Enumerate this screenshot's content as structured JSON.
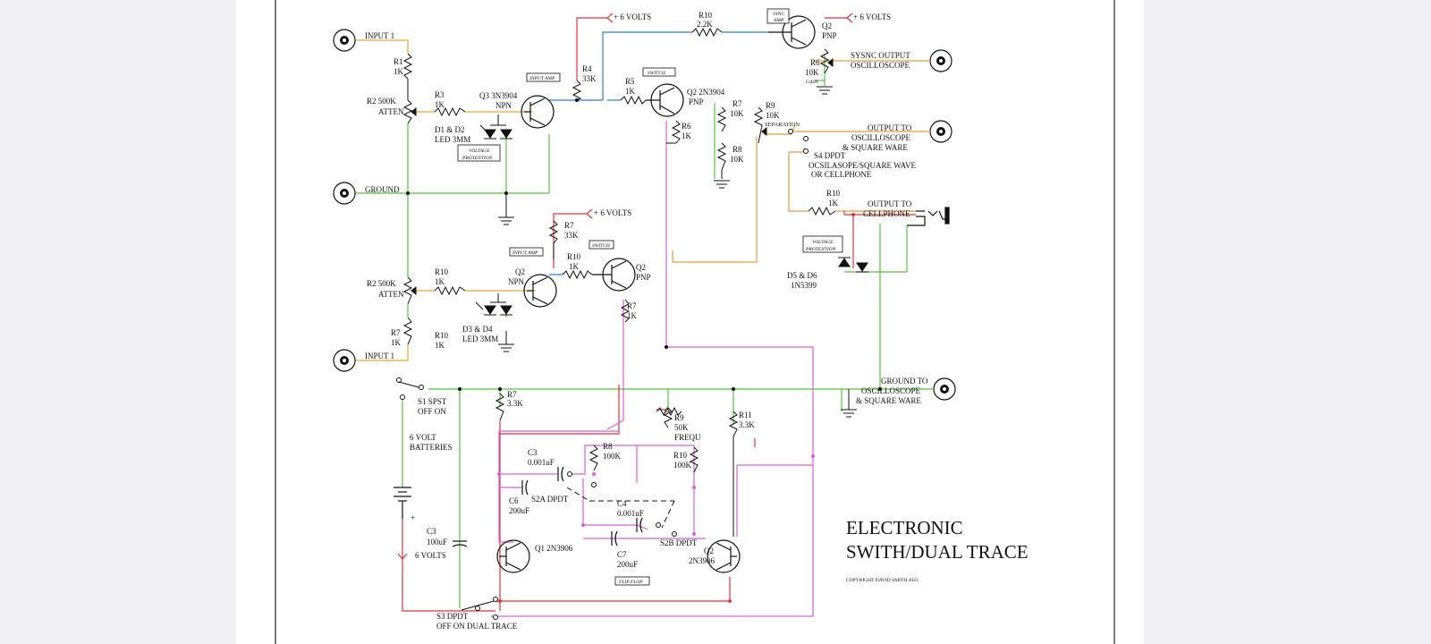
{
  "colors": {
    "viewer_bg": "#f1f1f3",
    "page_bg": "#ffffff",
    "wire_ground": "#55c43c",
    "wire_signal": "#e8a93a",
    "wire_power": "#d9363e",
    "wire_switch": "#2a7fd0",
    "wire_flipflop": "#d860d8",
    "wire_output": "#e89a3a"
  },
  "title": {
    "line1": "ELECTRONIC",
    "line2": "SWITH/DUAL TRACE"
  },
  "copyright": "COPYRIGHT DAVID SMITH 2023",
  "jacks": {
    "input1_top": "INPUT 1",
    "ground": "GROUND",
    "input1_bottom": "INPUT 1",
    "sync_out_1": "SYSNC OUTPUT",
    "sync_out_2": "OSCILLOSCOPE",
    "out_osc_1": "OUTPUT TO",
    "out_osc_2": "OSCILLOSCOPE",
    "out_osc_3": "& SQUARE WARE",
    "out_cell_1": "OUTPUT TO",
    "out_cell_2": "CELLPHONE",
    "gnd_osc_1": "GROUND TO",
    "gnd_osc_2": "OSCILLOSCOPE",
    "gnd_osc_3": "& SQUARE WARE"
  },
  "power": {
    "p1": "+ 6 VOLTS",
    "p2": "+ 6 VOLTS",
    "p3": "+ 6 VOLTS",
    "battery_1": "6 VOLT",
    "battery_2": "BATTERIES",
    "battery_plus": "+",
    "supply": "6 VOLTS"
  },
  "boxes": {
    "input_amp_top": "INPUT AMP",
    "switch_top": "SWITCH",
    "sync_amp_1": "SYNC",
    "sync_amp_2": "AMP",
    "voltage_prot_1": "VOLTAGE",
    "voltage_prot_2": "PROTENTION",
    "input_amp_bot": "INPUT AMP",
    "switch_bot": "SWITCH",
    "voltage_prot_r1": "VOLTAGE",
    "voltage_prot_r2": "PROTENTION",
    "flip_flop": "FLIP FLOP"
  },
  "components": {
    "r1_a": "R1",
    "r1_b": "1K",
    "r2t_a": "R2 500K",
    "r2t_b": "ATTEN",
    "r3_a": "R3",
    "r3_b": "1K",
    "d1d2_a": "D1 & D2",
    "d1d2_b": "LED 3MM",
    "q3_a": "Q3 3N3904",
    "q3_b": "NPN",
    "r4_a": "R4",
    "r4_b": "33K",
    "r5_a": "R5",
    "r5_b": "1K",
    "q2t_a": "Q2 2N3904",
    "q2t_b": "PNP",
    "r6m_a": "R6",
    "r6m_b": "1K",
    "r10t_a": "R10",
    "r10t_b": "2.2K",
    "q2s_a": "Q2",
    "q2s_b": "PNP",
    "r6s_a": "R6",
    "r6s_b": "10K",
    "gain": "GAIN",
    "r7t_a": "R7",
    "r7t_b": "10K",
    "r9t_a": "R9",
    "r9t_b": "10K",
    "separation": "SEPARATION",
    "r8t_a": "R8",
    "r8t_b": "10K",
    "s4_a": "S4  DPDT",
    "s4_b": "OCSILASOPE/SQUARE WAVE",
    "s4_c": "OR  CELLPHONE",
    "r10c_a": "R10",
    "r10c_b": "1K",
    "d5d6_a": "D5 & D6",
    "d5d6_b": "1N5399",
    "r7m_a": "R7",
    "r7m_b": "33K",
    "r10q_a": "R10",
    "r10q_b": "1K",
    "q2m_a": "Q2",
    "q2m_b": "NPN",
    "q2p_a": "Q2",
    "q2p_b": "PNP",
    "r2b_a": "R2 500K",
    "r2b_b": "ATTEN",
    "r10b_a": "R10",
    "r10b_b": "1K",
    "r7b_a": "R7",
    "r7b_b": "1K",
    "r10x_a": "R10",
    "r10x_b": "1K",
    "d3d4_a": "D3 & D4",
    "d3d4_b": "LED 3MM",
    "r7c_a": "R7",
    "r7c_b": "1K",
    "s1_a": "S1  SPST",
    "s1_b": "OFF ON",
    "r7f_a": "R7",
    "r7f_b": "3.3K",
    "r9f_a": "R9",
    "r9f_b": "50K",
    "r9f_c": "FREQU",
    "r11_a": "R11",
    "r11_b": "3.3K",
    "r8f_a": "R8",
    "r8f_b": "100K",
    "r10f_a": "R10",
    "r10f_b": "100K",
    "c3_a": "C3",
    "c3_b": "0.001uF",
    "s2a": "S2A DPDT",
    "c6_a": "C6",
    "c6_b": "200uF",
    "c4_a": "C4",
    "c4_b": "0.001uF",
    "s2b": "S2B DPDT",
    "c7_a": "C7",
    "c7_b": "200uF",
    "q1_a": "Q1 2N3906",
    "q2f_a": "Q2",
    "q2f_b": "2N3906",
    "c3b_a": "C3",
    "c3b_b": "100uF",
    "s3_a": "S3  DPDT",
    "s3_b": "OFF ON DUAL TRACE"
  }
}
